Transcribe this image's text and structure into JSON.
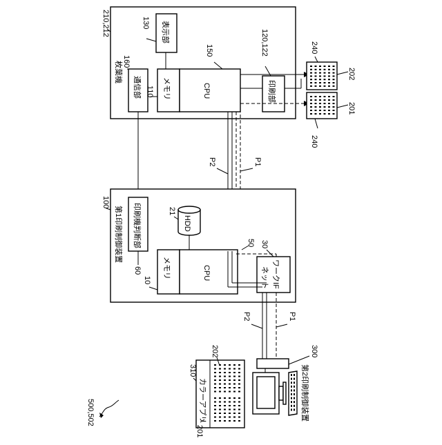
{
  "diagram": {
    "figure_label": "500,502",
    "printer_machine": {
      "ref": "210,212",
      "title": "枚葉機",
      "display": {
        "ref": "130",
        "label": "表示部"
      },
      "comm": {
        "ref": "160",
        "label": "通信部"
      },
      "memory": {
        "ref": "110",
        "label": "メモリ"
      },
      "cpu": {
        "ref": "150",
        "label": "CPU"
      },
      "print_unit": {
        "ref": "120,122",
        "label": "印刷部"
      }
    },
    "sheets": {
      "ref_top": "240",
      "ref_bottom": "240",
      "sheet_a": "202",
      "sheet_b": "201"
    },
    "paths": {
      "p1": "P1",
      "p2": "P2"
    },
    "first_controller": {
      "ref": "100",
      "title": "第1印刷制御装置",
      "judge": {
        "ref": "60",
        "label": "印刷機判断部"
      },
      "hdd": {
        "ref": "21",
        "label": "HDD"
      },
      "memory": {
        "ref": "10",
        "label": "メモリ"
      },
      "cpu": {
        "ref": "50",
        "label": "CPU"
      },
      "network": {
        "ref": "30",
        "label_line1": "ネット",
        "label_line2": "ワークIF"
      }
    },
    "second_controller": {
      "ref": "300",
      "title": "第2印刷制御装置"
    },
    "app": {
      "ref": "310",
      "label": "カラーアプリ",
      "sheet_a": "202",
      "sheet_b": "201"
    }
  }
}
